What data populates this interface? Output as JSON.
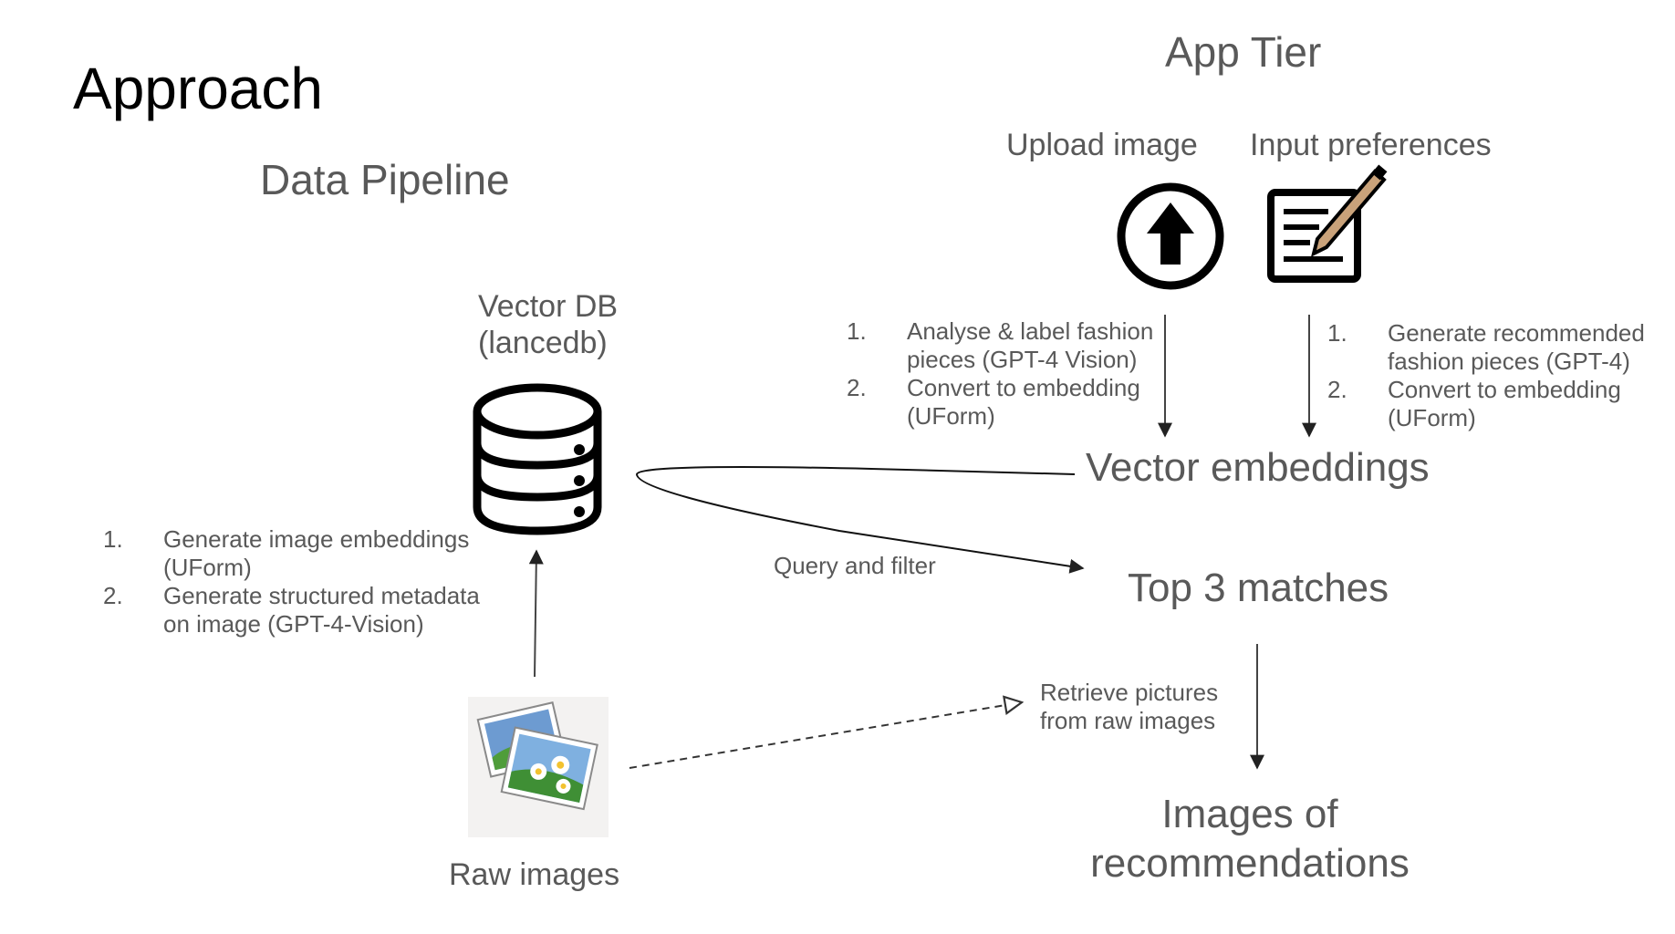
{
  "slide": {
    "title": "Approach",
    "data_pipeline": {
      "heading": "Data Pipeline",
      "vector_db_label": [
        "Vector DB",
        "(lancedb)"
      ],
      "raw_images_label": "Raw images",
      "steps": [
        {
          "num": "1.",
          "lines": [
            "Generate image embeddings",
            "(UForm)"
          ]
        },
        {
          "num": "2.",
          "lines": [
            "Generate structured metadata",
            "on image (GPT-4-Vision)"
          ]
        }
      ]
    },
    "app_tier": {
      "heading": "App Tier",
      "upload_label": "Upload image",
      "preferences_label": "Input preferences",
      "upload_steps": [
        {
          "num": "1.",
          "lines": [
            "Analyse & label fashion",
            "pieces (GPT-4 Vision)"
          ]
        },
        {
          "num": "2.",
          "lines": [
            "Convert to embedding",
            "(UForm)"
          ]
        }
      ],
      "preferences_steps": [
        {
          "num": "1.",
          "lines": [
            "Generate recommended",
            "fashion pieces (GPT-4)"
          ]
        },
        {
          "num": "2.",
          "lines": [
            "Convert to embedding",
            "(UForm)"
          ]
        }
      ],
      "vector_embeddings_label": "Vector embeddings",
      "top_matches_label": "Top 3 matches",
      "query_label": "Query and filter",
      "retrieve_label": [
        "Retrieve pictures",
        "from raw images"
      ],
      "recommendations_label": [
        "Images of",
        "recommendations"
      ]
    },
    "icons": [
      "database-icon",
      "upload-icon",
      "form-pencil-icon",
      "photos-icon"
    ],
    "colors": {
      "text_gray": "#595959",
      "icon_black": "#000000",
      "pencil_tan": "#c9a27a",
      "arrow_gray": "#444444"
    }
  }
}
